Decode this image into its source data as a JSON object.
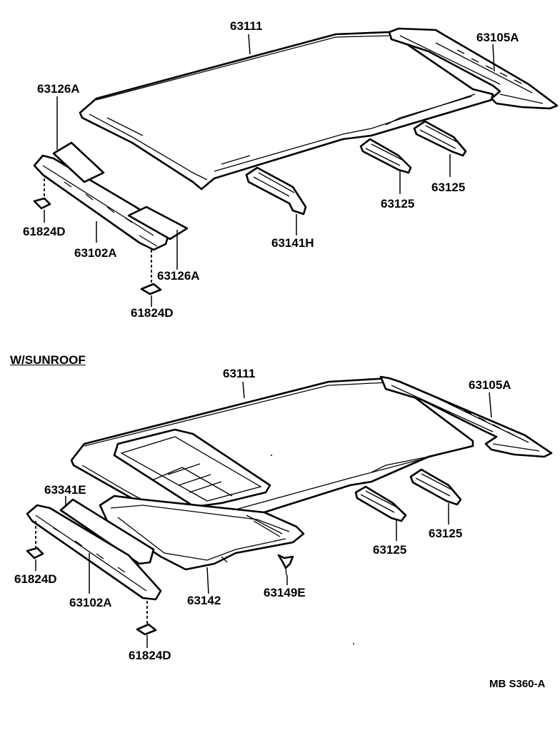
{
  "diagram": {
    "upper": {
      "labels": {
        "roof_panel": "63111",
        "rear_rail": "63105A",
        "pad_front_upper": "63126A",
        "plug_upper_left": "61824D",
        "front_header": "63102A",
        "pad_front_lower": "63126A",
        "plug_lower": "61824D",
        "bow_front": "63141H",
        "bow_mid": "63125",
        "bow_rear": "63125"
      }
    },
    "sunroof": {
      "section_title": "W/SUNROOF",
      "labels": {
        "roof_panel": "63111",
        "rear_rail": "63105A",
        "reinforcement": "63341E",
        "plug_left": "61824D",
        "front_header": "63102A",
        "plug_lower": "61824D",
        "sunroof_frame": "63142",
        "clip": "63149E",
        "bow_mid": "63125",
        "bow_rear": "63125"
      }
    },
    "figure_code": "MB S360-A"
  }
}
